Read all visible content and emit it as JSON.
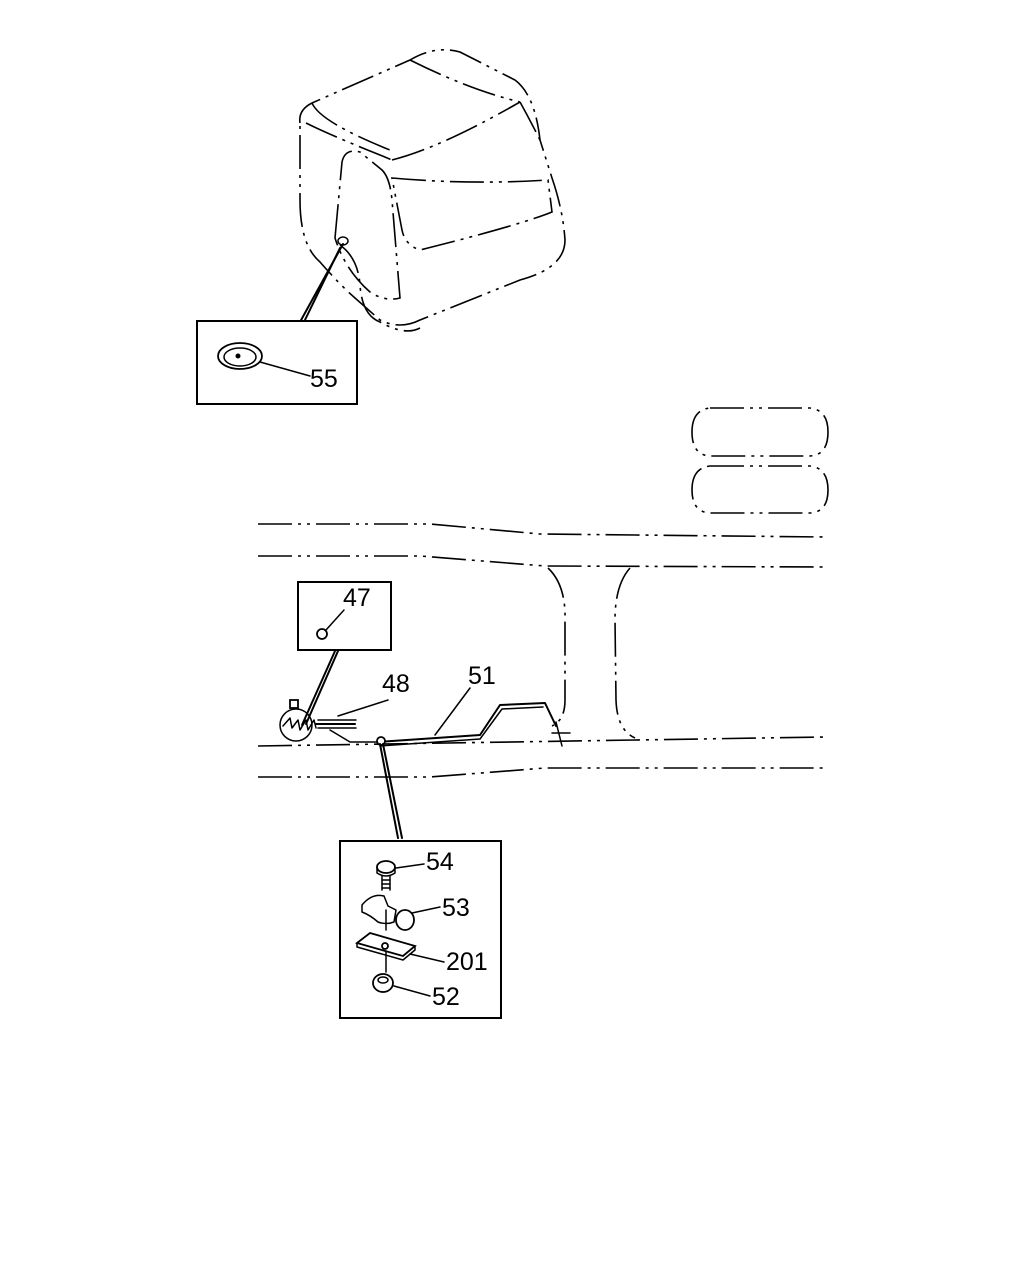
{
  "callouts": {
    "c55": "55",
    "c47": "47",
    "c48": "48",
    "c51": "51",
    "c54": "54",
    "c53": "53",
    "c201": "201",
    "c52": "52"
  },
  "parts": {
    "p55": "grommet",
    "p47": "nut",
    "p48": "cable",
    "p51": "fuel pipe",
    "p54": "bolt",
    "p53": "clip",
    "p201": "plate",
    "p52": "nut"
  },
  "colors": {
    "line": "#000000",
    "background": "#ffffff"
  }
}
